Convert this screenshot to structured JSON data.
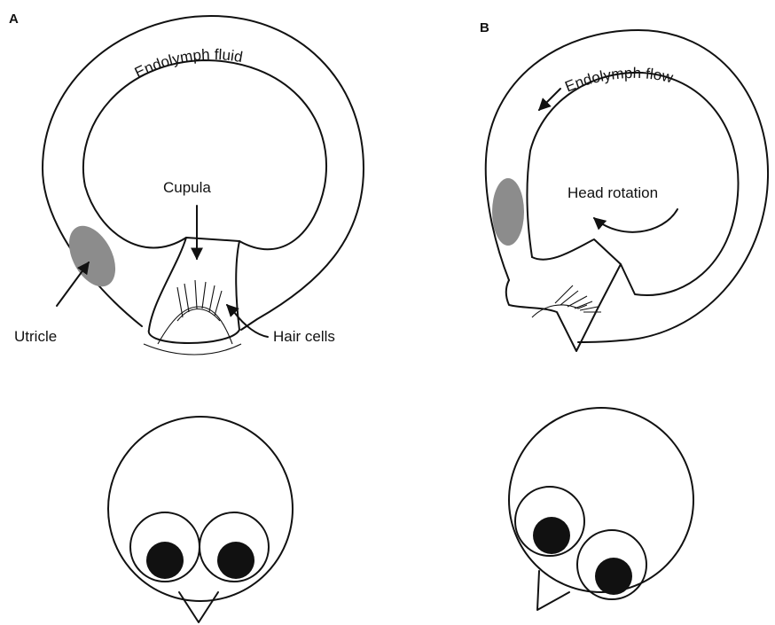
{
  "panels": {
    "a": {
      "letter": "A",
      "fluid_label": "Endolymph fluid",
      "cupula_label": "Cupula",
      "utricle_label": "Utricle",
      "hair_cells_label": "Hair cells"
    },
    "b": {
      "letter": "B",
      "flow_label": "Endolymph flow",
      "rotation_label": "Head rotation"
    }
  },
  "colors": {
    "line": "#111111",
    "utricle_fill": "#8c8c8c",
    "pupil_fill": "#111111",
    "background": "#ffffff"
  }
}
